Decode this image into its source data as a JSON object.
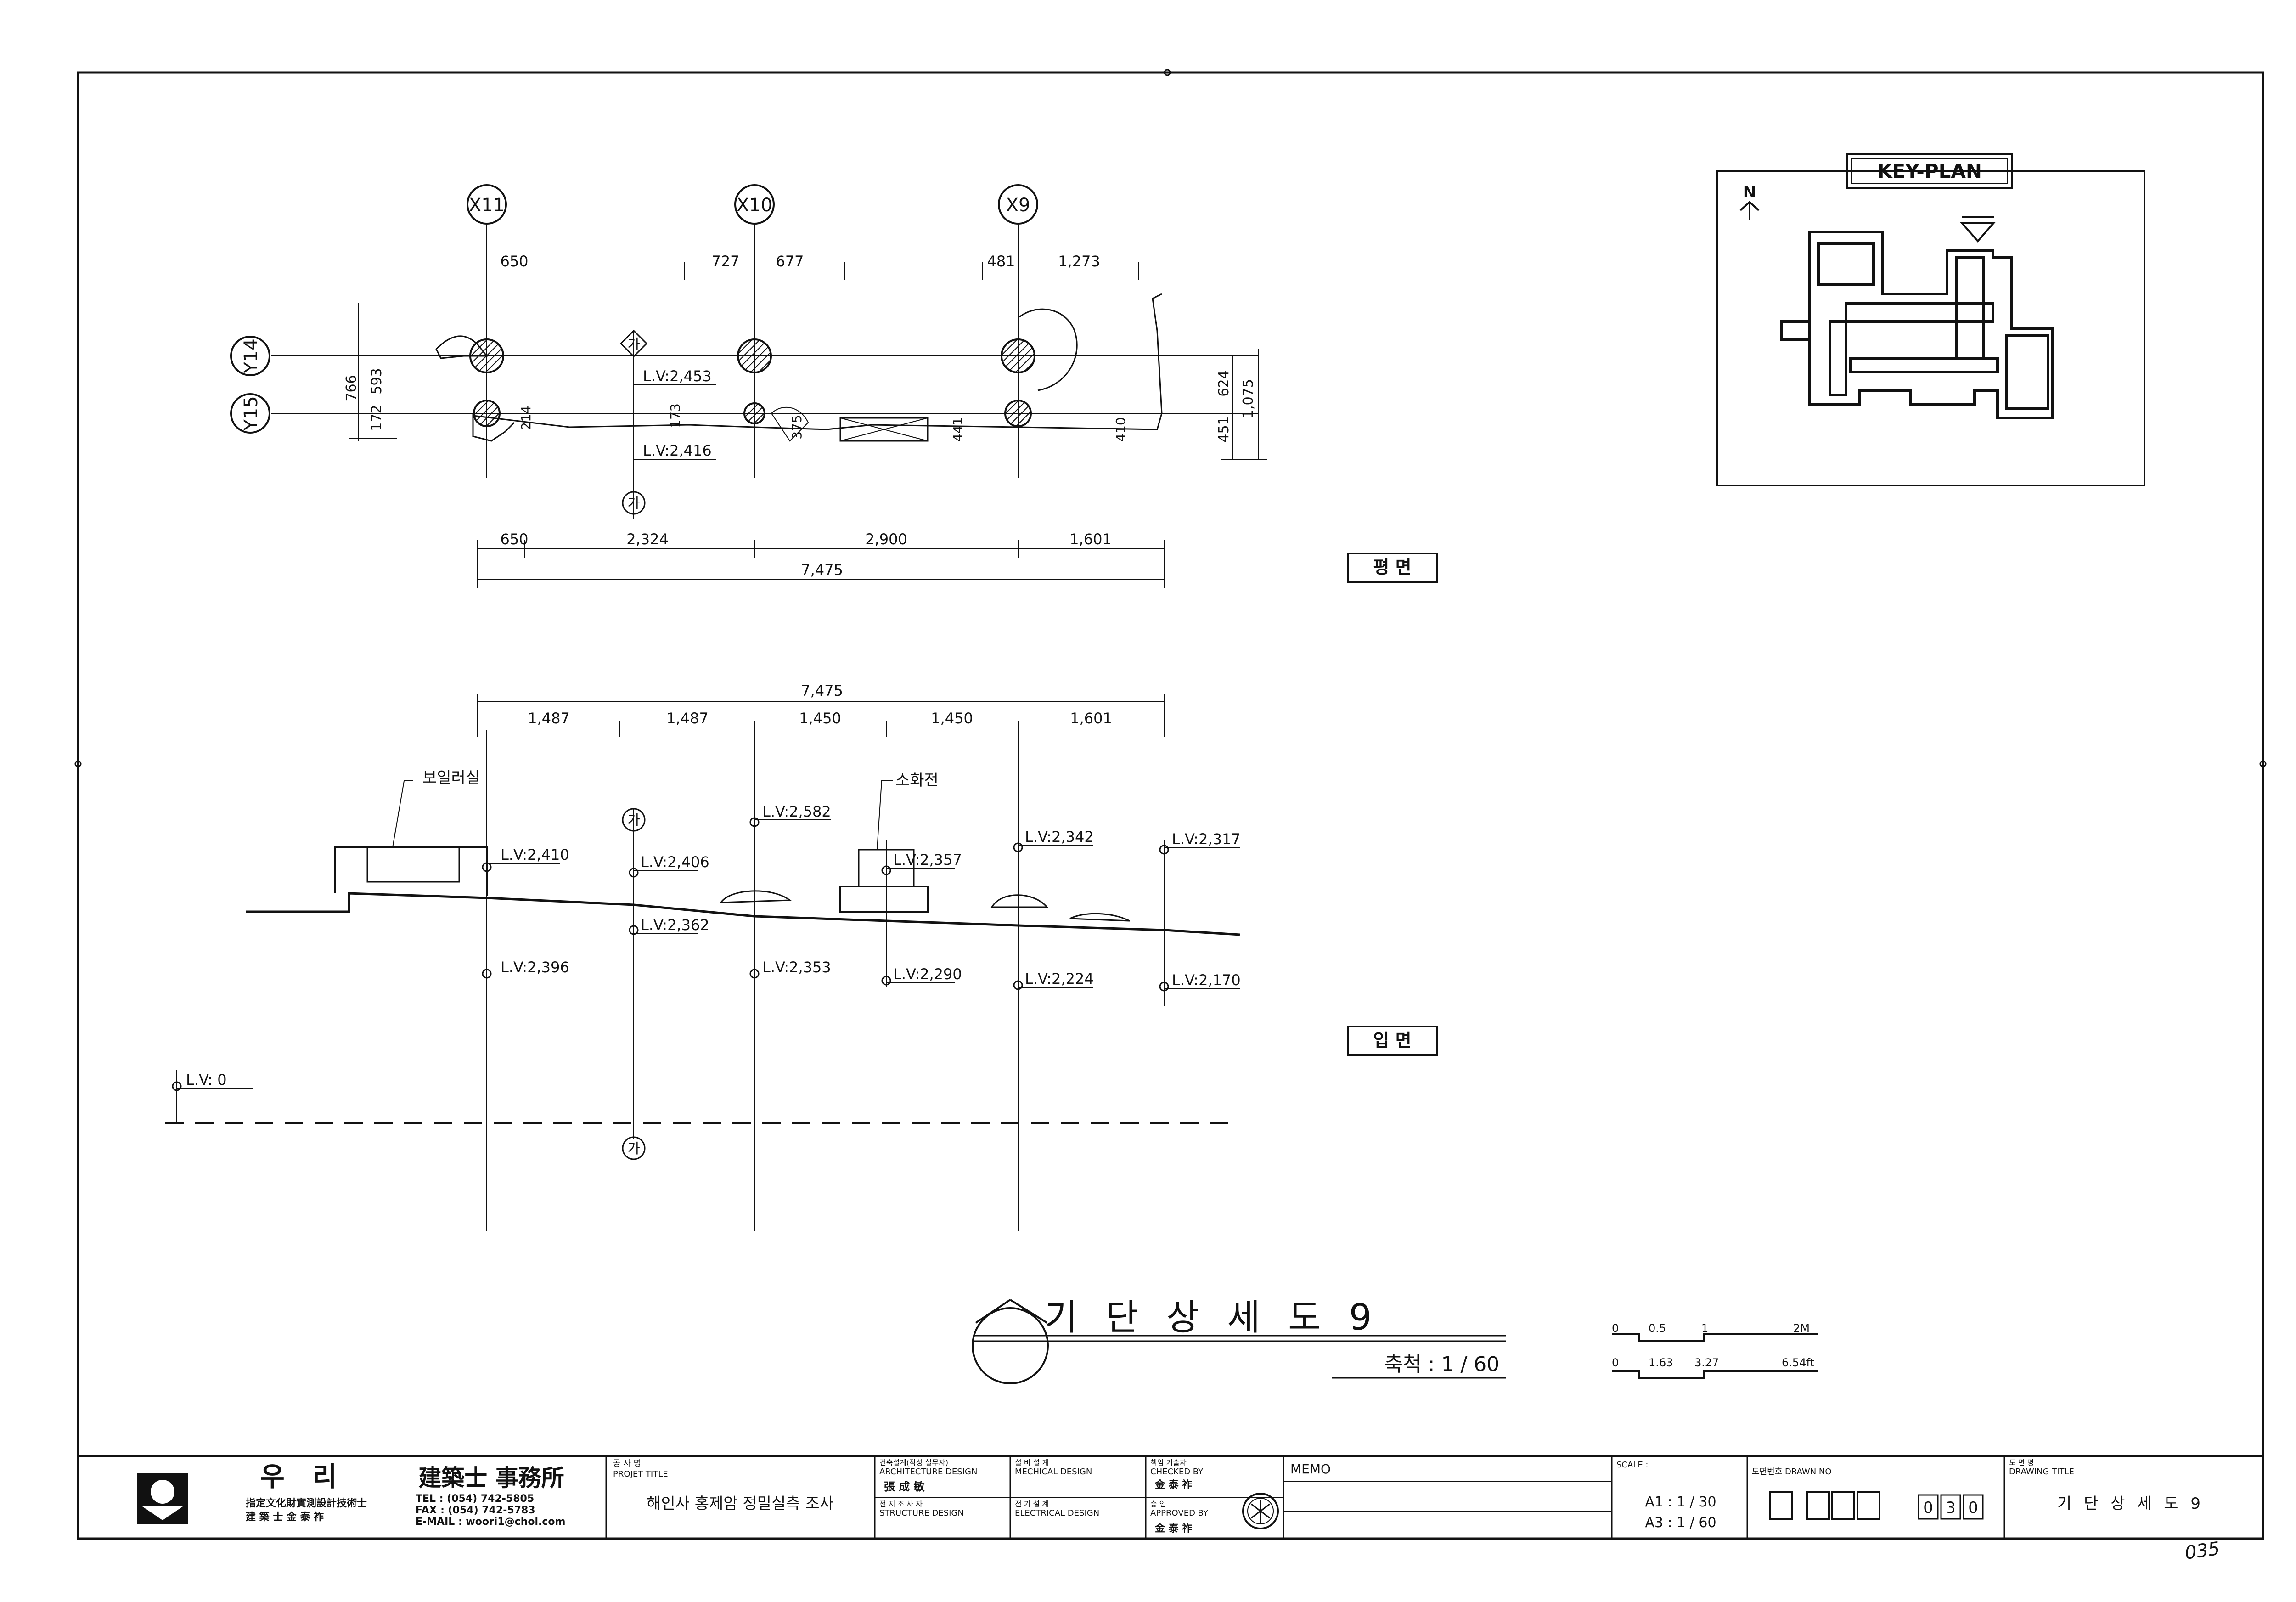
{
  "plan": {
    "grid_x": [
      "X11",
      "X10",
      "X9"
    ],
    "grid_y": [
      "Y14",
      "Y15"
    ],
    "dims_top": [
      "650",
      "727",
      "677",
      "481",
      "1,273"
    ],
    "dims_bottom": [
      "650",
      "2,324",
      "2,900",
      "1,601"
    ],
    "total": "7,475",
    "dims_left": [
      "766",
      "593",
      "172"
    ],
    "dims_right": [
      "624",
      "1,075",
      "451"
    ],
    "dims_inner": [
      "214",
      "173",
      "375",
      "441",
      "410"
    ],
    "levels": [
      "L.V:2,453",
      "L.V:2,416"
    ],
    "section_mark": "가",
    "title": "평 면"
  },
  "elevation": {
    "total": "7,475",
    "dims": [
      "1,487",
      "1,487",
      "1,450",
      "1,450",
      "1,601"
    ],
    "labels": {
      "boiler": "보일러실",
      "hydrant": "소화전"
    },
    "levels_upper": [
      "L.V:2,410",
      "L.V:2,406",
      "L.V:2,582",
      "L.V:2,357",
      "L.V:2,342",
      "L.V:2,317"
    ],
    "levels_lower": [
      "L.V:2,362",
      "L.V:2,396",
      "L.V:2,353",
      "L.V:2,290",
      "L.V:2,224",
      "L.V:2,170"
    ],
    "level_zero": "L.V: 0",
    "section_mark": "가",
    "title": "입 면"
  },
  "key_plan": {
    "title": "KEY-PLAN",
    "north": "N"
  },
  "drawing": {
    "title": "기 단 상 세 도 9",
    "scale_label": "축척 : 1 / 60"
  },
  "scale_bars": {
    "bar1": [
      "0",
      "0.5",
      "1",
      "2M"
    ],
    "bar2": [
      "0",
      "1.63",
      "3.27",
      "6.54ft"
    ]
  },
  "title_block": {
    "firm_name": "우 리",
    "firm_office": "建築士 事務所",
    "firm_cert": "指定文化財實測設計技術士",
    "firm_architect": "建 築 士   金 泰 祚",
    "tel": "TEL : (054) 742-5805",
    "fax": "FAX : (054) 742-5783",
    "email": "E-MAIL : woori1@chol.com",
    "project_label_ko": "공 사 명",
    "project_label_en": "PROJET TITLE",
    "project_title": "해인사 홍제암 정밀실측 조사",
    "arch_label_ko": "건축설계(작성 실무자)",
    "arch_label_en": "ARCHITECTURE DESIGN",
    "arch_name": "張 成 敏",
    "mech_label_ko": "설 비 설 계",
    "mech_label_en": "MECHICAL DESIGN",
    "struct_label_ko": "전 지 조 사 자",
    "struct_label_en": "STRUCTURE DESIGN",
    "elec_label_ko": "전 기 설 계",
    "elec_label_en": "ELECTRICAL DESIGN",
    "checked_label_ko": "책임 기술자",
    "checked_label_en": "CHECKED BY",
    "checked_name": "金 泰 祚",
    "approved_label_ko": "승 인",
    "approved_label_en": "APPROVED BY",
    "approved_name": "金 泰 祚",
    "memo_label": "MEMO",
    "scale_label": "SCALE :",
    "scale_a1": "A1 : 1 / 30",
    "scale_a3": "A3 : 1 / 60",
    "drawn_no_label": "도면번호 DRAWN NO",
    "drawn_no_digits": [
      "0",
      "3",
      "0"
    ],
    "drawing_title_label_ko": "도 면 명",
    "drawing_title_label_en": "DRAWING TITLE",
    "drawing_title": "기 단 상 세 도 9"
  },
  "handwritten_note": "035"
}
